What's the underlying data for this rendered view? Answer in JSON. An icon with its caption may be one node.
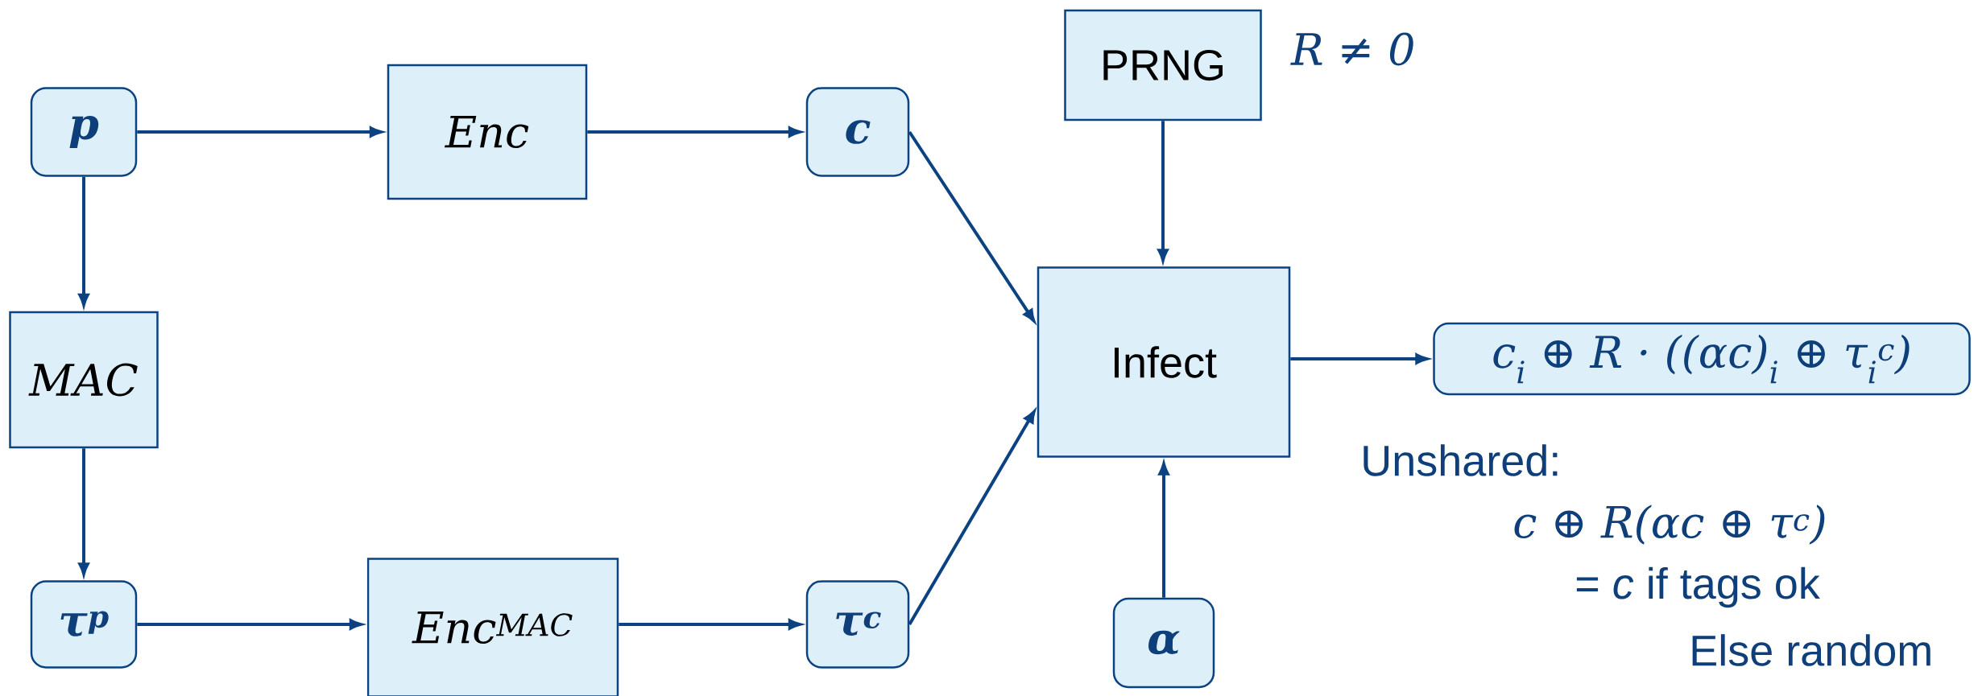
{
  "diagram": {
    "nodes": [
      {
        "text": [
          "p"
        ]
      },
      {
        "text": [
          "Enc"
        ]
      },
      {
        "text": [
          "c"
        ]
      },
      {
        "text": [
          "PRNG"
        ],
        "beside": [
          "R ≠ 0"
        ]
      },
      {
        "text": [
          "MAC"
        ]
      },
      {
        "text": [
          "Infect"
        ]
      },
      {
        "text": [
          "c$_{i}$ ⊕ R · ((αc)$_{i}$ ⊕ τ$_{i}$$^{c}$)"
        ]
      },
      {
        "text": [
          "τ$^{p}$"
        ]
      },
      {
        "text": [
          "Enc$^{MAC}$"
        ]
      },
      {
        "text": [
          "τ$^{c}$"
        ]
      },
      {
        "text": [
          "α"
        ]
      }
    ],
    "edges": [
      {
        "from": 0,
        "to": 1,
        "arrow": "to"
      },
      {
        "from": 1,
        "to": 2,
        "arrow": "to"
      },
      {
        "from": 0,
        "to": 4,
        "arrow": "to"
      },
      {
        "from": 4,
        "to": 7,
        "arrow": "to"
      },
      {
        "from": 7,
        "to": 8,
        "arrow": "to"
      },
      {
        "from": 8,
        "to": 9,
        "arrow": "to"
      },
      {
        "from": 2,
        "to": 5,
        "arrow": "to"
      },
      {
        "from": 9,
        "to": 5,
        "arrow": "to"
      },
      {
        "from": 3,
        "to": 5,
        "arrow": "to"
      },
      {
        "from": 10,
        "to": 5,
        "arrow": "to"
      },
      {
        "from": 5,
        "to": 6,
        "arrow": "to"
      }
    ],
    "labels": [
      "Unshared:",
      "c ⊕ R(αc ⊕ τ$^{c}$)",
      "= *c*  if tags ok",
      "Else random"
    ]
  }
}
